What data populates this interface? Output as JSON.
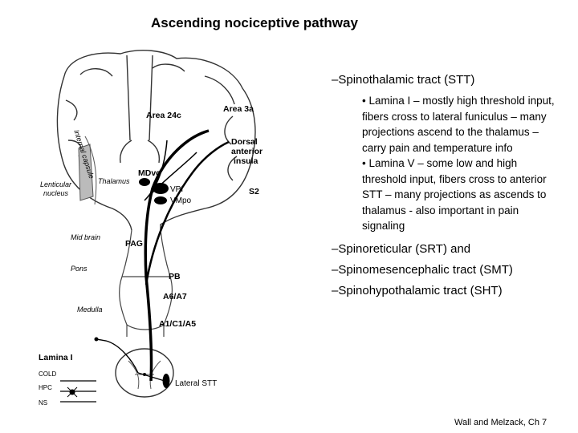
{
  "slide": {
    "title": "Ascending nociceptive pathway",
    "credit": "Wall and Melzack, Ch 7"
  },
  "content": {
    "stt_heading": "–Spinothalamic tract (STT)",
    "bullets": [
      "• Lamina I – mostly high threshold input, fibers cross to lateral funiculus – many projections ascend to the thalamus – carry pain and temperature info",
      "• Lamina V – some low and high threshold input, fibers cross to anterior STT – many projections as ascends to thalamus -  also important in pain signaling"
    ],
    "other_tracts": [
      "–Spinoreticular (SRT) and",
      "–Spinomesencephalic tract (SMT)",
      "–Spinohypothalamic tract (SHT)"
    ]
  },
  "figure": {
    "labels": {
      "area24c": "Area 24c",
      "internal_capsule": "Internal capsule",
      "lenticular_nucleus_1": "Lenticular",
      "lenticular_nucleus_2": "nucleus",
      "thalamus": "Thalamus",
      "mdvc": "MDvc",
      "vpi": "VPI",
      "vmpo": "VMpo",
      "area3a": "Area 3a",
      "dorsal": "Dorsal",
      "anterior": "anterior",
      "insula": "insula",
      "s2": "S2",
      "mid_brain": "Mid brain",
      "pag": "PAG",
      "pons": "Pons",
      "pb": "PB",
      "a6a7": "A6/A7",
      "medulla": "Medulla",
      "a1c1a5": "A1/C1/A5",
      "lamina_i": "Lamina I",
      "cold": "COLD",
      "hpc": "HPC",
      "ns": "NS",
      "lateral_stt": "Lateral STT"
    }
  }
}
